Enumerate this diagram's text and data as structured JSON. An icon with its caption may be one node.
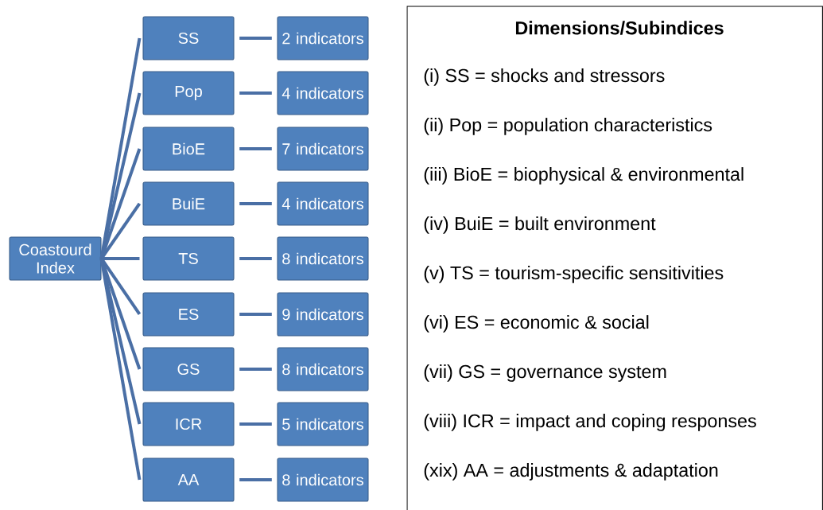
{
  "diagram": {
    "nodes": [
      {
        "text": [
          "Coastourd Index"
        ]
      },
      {
        "text": [
          "SS"
        ]
      },
      {
        "text": [
          "2 indicators"
        ]
      },
      {
        "text": [
          "Pop"
        ]
      },
      {
        "text": [
          "4 indicators"
        ]
      },
      {
        "text": [
          "BioE"
        ]
      },
      {
        "text": [
          "7 indicators"
        ]
      },
      {
        "text": [
          "BuiE"
        ]
      },
      {
        "text": [
          "4 indicators"
        ]
      },
      {
        "text": [
          "TS"
        ]
      },
      {
        "text": [
          "8 indicators"
        ]
      },
      {
        "text": [
          "ES"
        ]
      },
      {
        "text": [
          "9 indicators"
        ]
      },
      {
        "text": [
          "GS"
        ]
      },
      {
        "text": [
          "8 indicators"
        ]
      },
      {
        "text": [
          "ICR"
        ]
      },
      {
        "text": [
          "5 indicators"
        ]
      },
      {
        "text": [
          "AA"
        ]
      },
      {
        "text": [
          "8 indicators"
        ]
      },
      {
        "text": [
          "Dimensions/Subindices",
          "(i) SS = shocks and stressors",
          "(ii) Pop = population characteristics",
          "(iii) BioE = biophysical & environmental",
          "(iv) BuiE = built environment",
          "(v) TS = tourism-specific sensitivities",
          "(vi) ES = economic & social",
          "(vii) GS = governance system",
          "(viii) ICR = impact and coping responses",
          "(xix) AA = adjustments & adaptation"
        ]
      }
    ],
    "edges": [
      {
        "from": 0,
        "to": 1,
        "arrow": "none"
      },
      {
        "from": 0,
        "to": 3,
        "arrow": "none"
      },
      {
        "from": 0,
        "to": 5,
        "arrow": "none"
      },
      {
        "from": 0,
        "to": 7,
        "arrow": "none"
      },
      {
        "from": 0,
        "to": 9,
        "arrow": "none"
      },
      {
        "from": 0,
        "to": 11,
        "arrow": "none"
      },
      {
        "from": 0,
        "to": 13,
        "arrow": "none"
      },
      {
        "from": 0,
        "to": 15,
        "arrow": "none"
      },
      {
        "from": 0,
        "to": 17,
        "arrow": "none"
      },
      {
        "from": 1,
        "to": 2,
        "arrow": "none"
      },
      {
        "from": 3,
        "to": 4,
        "arrow": "none"
      },
      {
        "from": 5,
        "to": 6,
        "arrow": "none"
      },
      {
        "from": 7,
        "to": 8,
        "arrow": "none"
      },
      {
        "from": 9,
        "to": 10,
        "arrow": "none"
      },
      {
        "from": 11,
        "to": 12,
        "arrow": "none"
      },
      {
        "from": 13,
        "to": 14,
        "arrow": "none"
      },
      {
        "from": 15,
        "to": 16,
        "arrow": "none"
      },
      {
        "from": 17,
        "to": 18,
        "arrow": "none"
      }
    ]
  }
}
